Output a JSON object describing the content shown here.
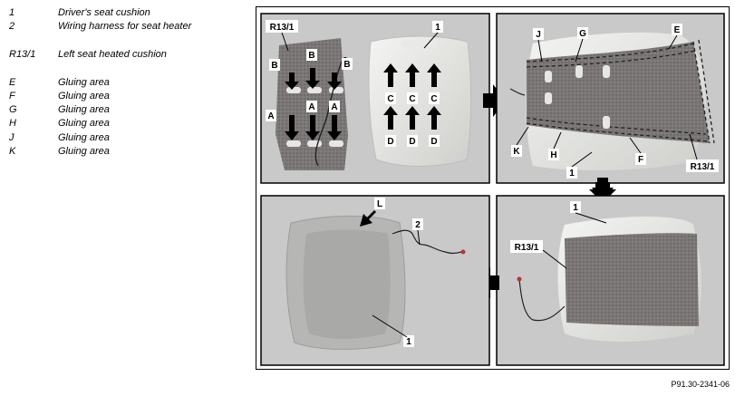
{
  "legend": [
    {
      "code": "1",
      "text": "Driver's seat cushion"
    },
    {
      "code": "2",
      "text": "Wiring harness for seat heater"
    },
    {
      "code": "R13/1",
      "text": "Left seat heated cushion"
    },
    {
      "code": "E",
      "text": "Gluing area"
    },
    {
      "code": "F",
      "text": "Gluing area"
    },
    {
      "code": "G",
      "text": "Gluing area"
    },
    {
      "code": "H",
      "text": "Gluing area"
    },
    {
      "code": "J",
      "text": "Gluing area"
    },
    {
      "code": "K",
      "text": "Gluing area"
    }
  ],
  "figure_id": "P91.30-2341-06",
  "callouts": {
    "p1": {
      "r13": "R13/1",
      "b": "B",
      "a": "A",
      "one": "1",
      "c": "C",
      "d": "D"
    },
    "p2": {
      "j": "J",
      "g": "G",
      "e": "E",
      "k": "K",
      "h": "H",
      "one": "1",
      "f": "F",
      "r13": "R13/1"
    },
    "p3": {
      "one": "1",
      "r13": "R13/1"
    },
    "p4": {
      "l": "L",
      "two": "2",
      "one": "1"
    }
  }
}
